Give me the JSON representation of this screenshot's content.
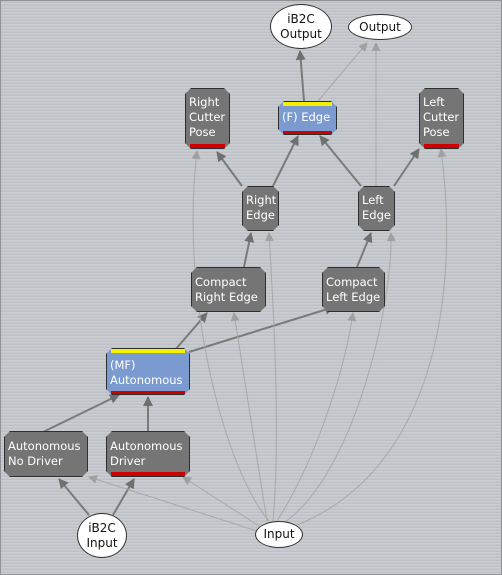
{
  "colors": {
    "node_fill": "#757575",
    "module_fill": "#7b9bd0",
    "yellow_bar": "#f4f000",
    "red_bar": "#d10000",
    "edge_strong": "#7a7a7a",
    "edge_light": "#a8a8a8"
  },
  "ellipses": {
    "ib2c_output": "iB2C\nOutput",
    "output": "Output",
    "ib2c_input": "iB2C\nInput",
    "input": "Input"
  },
  "nodes": {
    "right_cutter_pose": "Right\nCutter\nPose",
    "f_edge": "(F) Edge",
    "left_cutter_pose": "Left\nCutter\nPose",
    "right_edge": "Right\nEdge",
    "left_edge": "Left\nEdge",
    "compact_right_edge": "Compact\nRight Edge",
    "compact_left_edge": "Compact\nLeft Edge",
    "mf_autonomous": "(MF)\nAutonomous",
    "autonomous_no_driver": "Autonomous\nNo Driver",
    "autonomous_driver": "Autonomous\nDriver"
  }
}
